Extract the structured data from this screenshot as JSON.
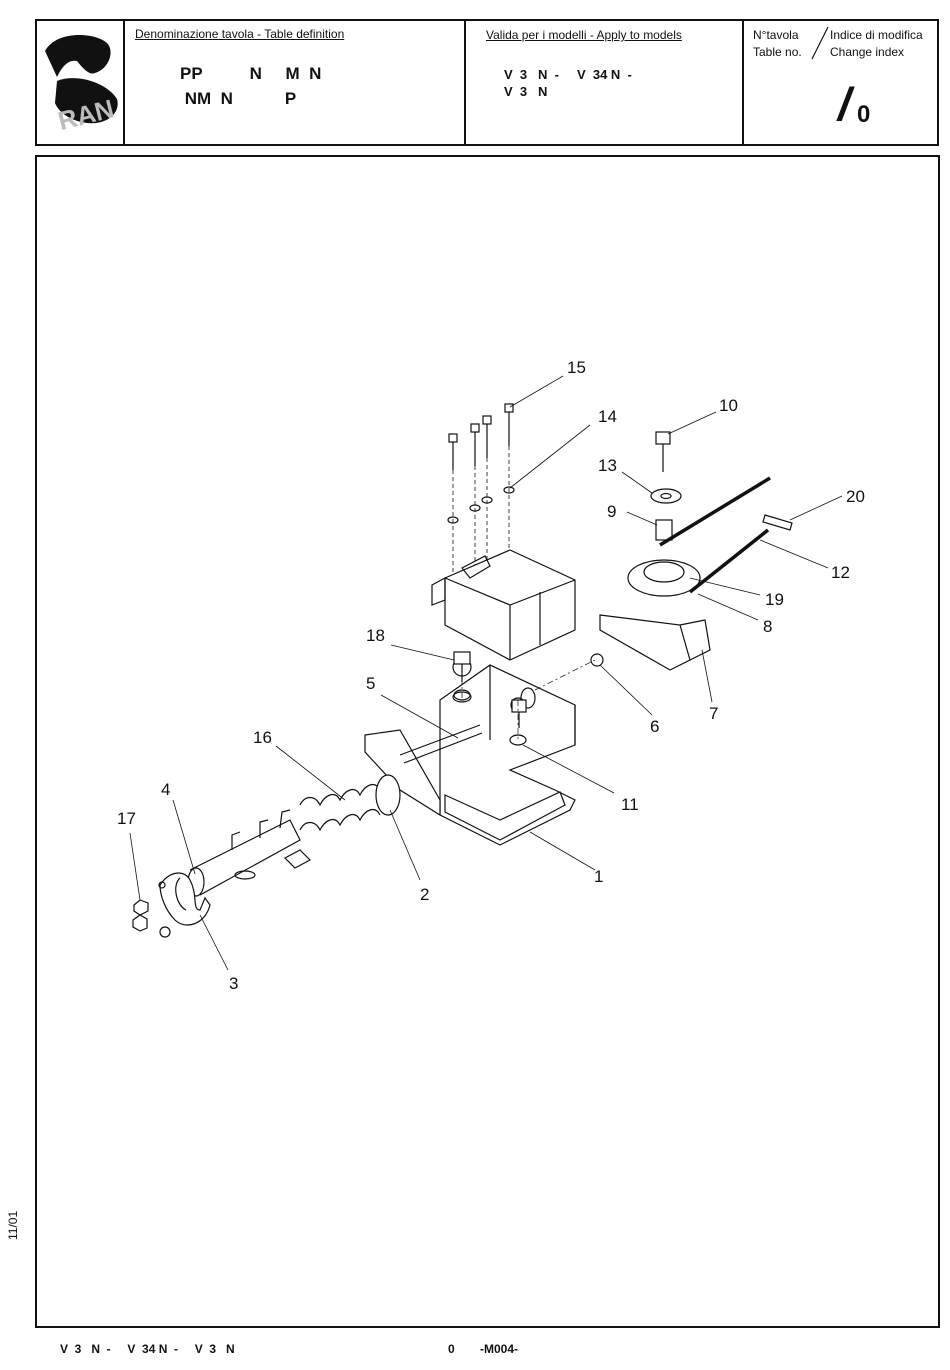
{
  "header": {
    "definition_caption": "Denominazione tavola - Table definition",
    "definition_line1": "PP          N     M  N",
    "definition_line2": " NM  N           P",
    "models_caption": "Valida per i modelli - Apply to models",
    "models_line1": "V  3   N  -     V  34 N  -",
    "models_line2": "V  3   N",
    "table_no_it": "N°tavola",
    "table_no_en": "Table no.",
    "change_index_it": "Indice di modifica",
    "change_index_en": "Change index",
    "table_no_value": "/",
    "change_index_value": "0"
  },
  "logo_text": "RAN",
  "callouts": [
    "1",
    "2",
    "3",
    "4",
    "5",
    "6",
    "7",
    "8",
    "9",
    "10",
    "11",
    "12",
    "13",
    "14",
    "15",
    "16",
    "17",
    "18",
    "19",
    "20"
  ],
  "footer": {
    "models": "V  3   N  -     V  34 N  -     V  3   N",
    "code_index": "0",
    "code": "-M004-",
    "side_date": "11/01"
  }
}
